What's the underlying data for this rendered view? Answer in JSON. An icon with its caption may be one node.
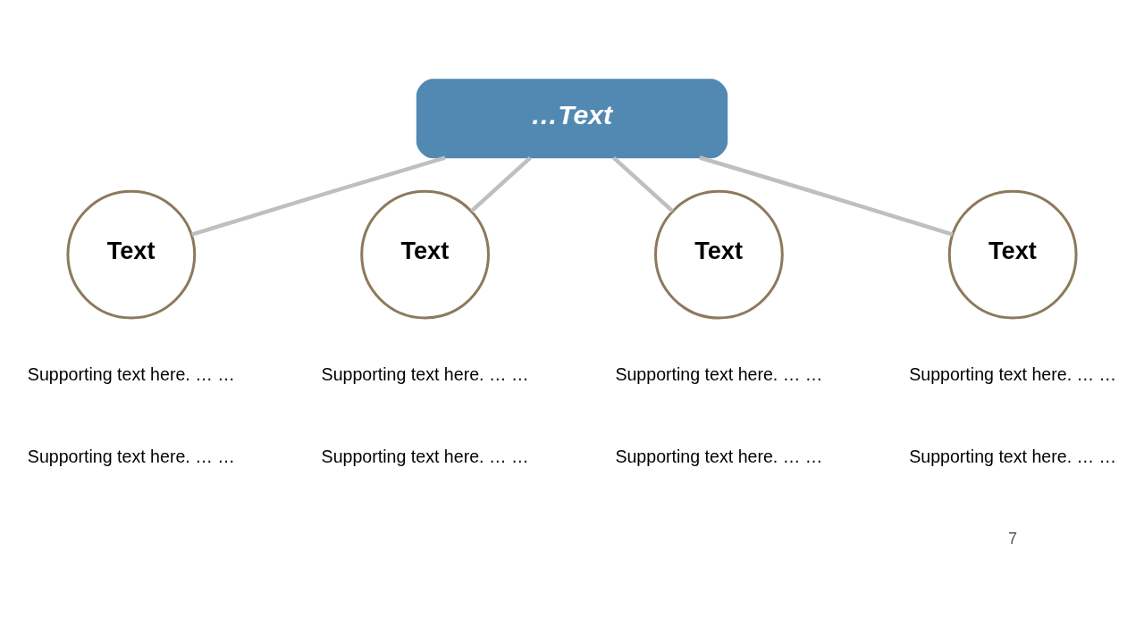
{
  "diagram": {
    "nodes": [
      {
        "text": [
          "…Text"
        ]
      },
      {
        "text": [
          "Text"
        ],
        "beside": [
          "Supporting text here. … …",
          "Supporting text here. … …"
        ]
      },
      {
        "text": [
          "Text"
        ],
        "beside": [
          "Supporting text here. … …",
          "Supporting text here. … …"
        ]
      },
      {
        "text": [
          "Text"
        ],
        "beside": [
          "Supporting text here. … …",
          "Supporting text here. … …"
        ]
      },
      {
        "text": [
          "Text"
        ],
        "beside": [
          "Supporting text here. … …",
          "Supporting text here. … …"
        ]
      }
    ],
    "edges": [
      {
        "from": 0,
        "to": 1,
        "arrow": "none"
      },
      {
        "from": 0,
        "to": 2,
        "arrow": "none"
      },
      {
        "from": 0,
        "to": 3,
        "arrow": "none"
      },
      {
        "from": 0,
        "to": 4,
        "arrow": "none"
      }
    ],
    "labels": [
      "7"
    ]
  }
}
